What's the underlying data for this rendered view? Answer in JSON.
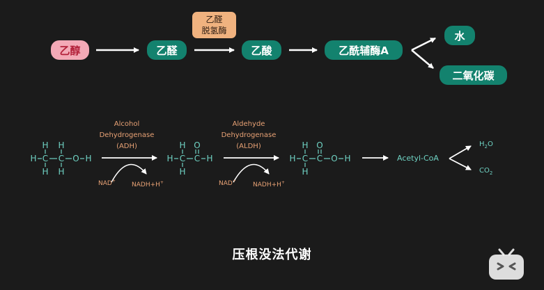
{
  "top_pathway": {
    "ethanol": "乙醇",
    "acetaldehyde": "乙醛",
    "enzyme_line1": "乙醛",
    "enzyme_line2": "脱氢酶",
    "acetic_acid": "乙酸",
    "acetyl_coa": "乙酰辅酶A",
    "water": "水",
    "carbon_dioxide": "二氧化碳"
  },
  "bottom_pathway": {
    "enzyme1_line1": "Alcohol",
    "enzyme1_line2": "Dehydrogenase",
    "enzyme1_abbr": "(ADH)",
    "enzyme2_line1": "Aldehyde",
    "enzyme2_line2": "Dehydrogenase",
    "enzyme2_abbr": "(ALDH)",
    "nad": "NAD",
    "nad_sup": "+",
    "nadh": "NADH+H",
    "nadh_sup": "+",
    "acetyl_coa": "Acetyl-CoA",
    "water_h": "H",
    "water_sub": "2",
    "water_o": "O",
    "co2_c": "CO",
    "co2_sub": "2",
    "atom_h": "H",
    "atom_c": "C",
    "atom_o": "O"
  },
  "caption": "压根没法代谢",
  "watermark": "bilibili-tv-logo",
  "colors": {
    "background": "#1b1b1b",
    "teal": "#13826e",
    "pink": "#f3a9b6",
    "orange": "#f0b27f",
    "formula_teal": "#6fd2c3",
    "enzyme_text": "#e8a275"
  }
}
